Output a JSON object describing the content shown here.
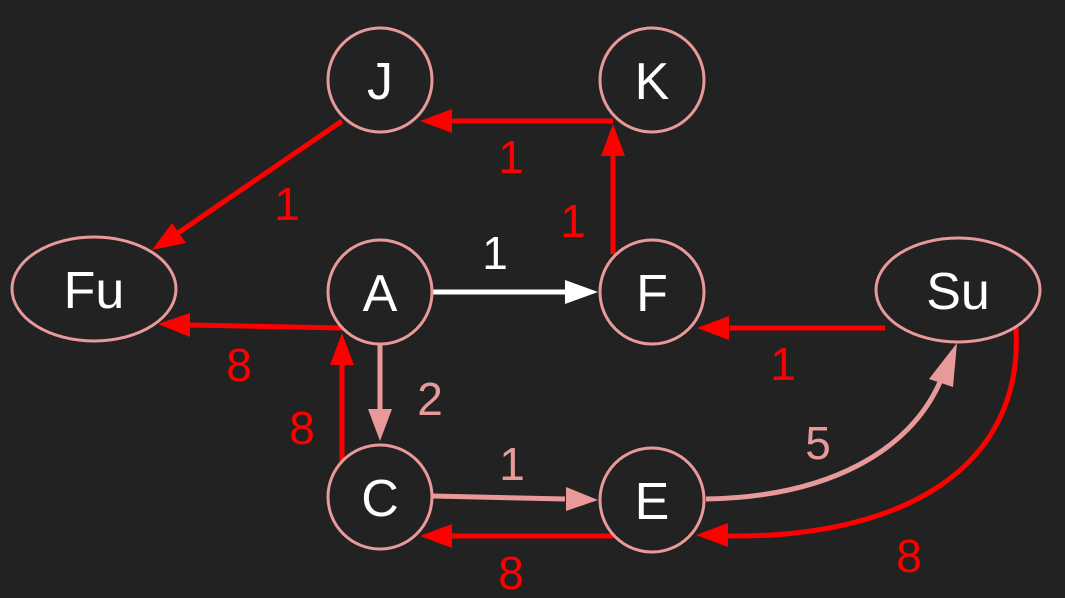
{
  "colors": {
    "background": "#222222",
    "node_stroke": "#e89a9a",
    "node_text": "#ffffff",
    "edge_red": "#ff0000",
    "edge_white": "#ffffff",
    "edge_pink": "#e89a9a"
  },
  "nodes": {
    "J": "J",
    "K": "K",
    "Fu": "Fu",
    "A": "A",
    "F": "F",
    "Su": "Su",
    "C": "C",
    "E": "E"
  },
  "edges": {
    "k_j": {
      "from": "K",
      "to": "J",
      "weight": "1",
      "color": "#ff0000"
    },
    "j_fu": {
      "from": "J",
      "to": "Fu",
      "weight": "1",
      "color": "#ff0000"
    },
    "f_k": {
      "from": "F",
      "to": "K",
      "weight": "1",
      "color": "#ff0000"
    },
    "a_f": {
      "from": "A",
      "to": "F",
      "weight": "1",
      "color": "#ffffff"
    },
    "a_fu": {
      "from": "A",
      "to": "Fu",
      "weight": "8",
      "color": "#ff0000"
    },
    "su_f": {
      "from": "Su",
      "to": "F",
      "weight": "1",
      "color": "#ff0000"
    },
    "a_c": {
      "from": "A",
      "to": "C",
      "weight": "2",
      "color": "#e89a9a"
    },
    "c_a": {
      "from": "C",
      "to": "A",
      "weight": "8",
      "color": "#ff0000"
    },
    "c_e": {
      "from": "C",
      "to": "E",
      "weight": "1",
      "color": "#e89a9a"
    },
    "e_c": {
      "from": "E",
      "to": "C",
      "weight": "8",
      "color": "#ff0000"
    },
    "e_su": {
      "from": "E",
      "to": "Su",
      "weight": "5",
      "color": "#e89a9a"
    },
    "su_e": {
      "from": "Su",
      "to": "E",
      "weight": "8",
      "color": "#ff0000"
    }
  }
}
